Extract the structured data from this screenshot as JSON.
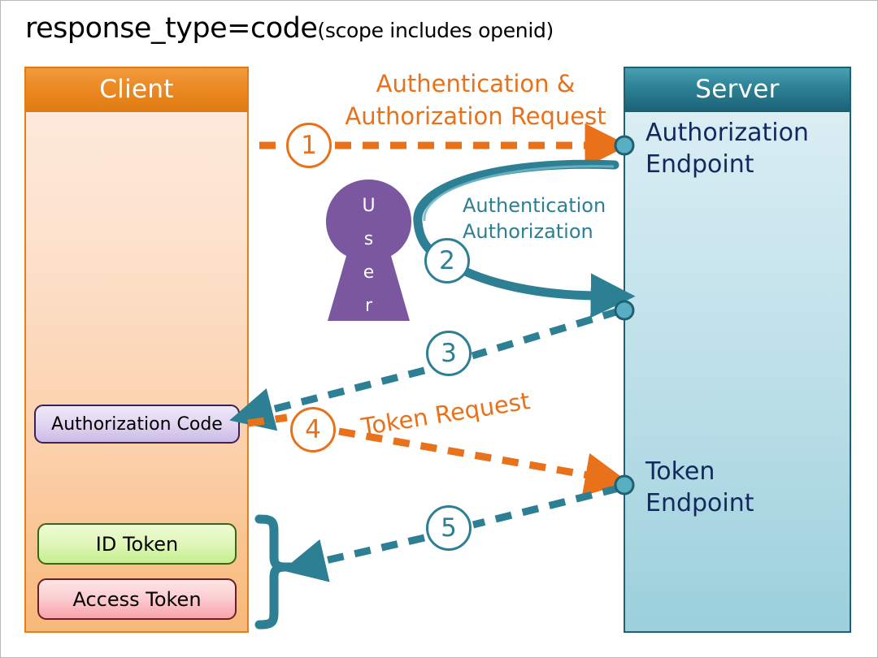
{
  "title": {
    "main": "response_type=code",
    "sub": "(scope includes openid)"
  },
  "colors": {
    "orange": "#E8711A",
    "orange_dark": "#E07C12",
    "teal": "#2D7F94",
    "teal_dark": "#1F6171",
    "navy": "#12295E",
    "purple": "#7A579E",
    "client_fill": "#FBCFA8",
    "server_fill": "#B6DCE6"
  },
  "client": {
    "header": "Client",
    "boxes": [
      {
        "id": "authorization-code",
        "label": "Authorization Code"
      },
      {
        "id": "id-token",
        "label": "ID Token"
      },
      {
        "id": "access-token",
        "label": "Access Token"
      }
    ]
  },
  "server": {
    "header": "Server",
    "endpoints": [
      {
        "id": "authorization-endpoint",
        "label": "Authorization\nEndpoint"
      },
      {
        "id": "token-endpoint",
        "label": "Token\nEndpoint"
      }
    ]
  },
  "actor": {
    "name": "User",
    "letters": [
      "U",
      "s",
      "e",
      "r"
    ]
  },
  "steps": [
    {
      "number": "1",
      "label": "Authentication &\nAuthorization Request",
      "color": "orange",
      "style": "dashed",
      "from": "client",
      "to": "authorization-endpoint"
    },
    {
      "number": "2",
      "label": "Authentication\nAuthorization",
      "color": "teal",
      "style": "solid-curve",
      "from": "authorization-endpoint",
      "to": "authorization-endpoint",
      "via": "user"
    },
    {
      "number": "3",
      "label": "",
      "color": "teal",
      "style": "dashed",
      "from": "authorization-endpoint",
      "to": "authorization-code"
    },
    {
      "number": "4",
      "label": "Token Request",
      "color": "orange",
      "style": "dashed",
      "from": "authorization-code",
      "to": "token-endpoint"
    },
    {
      "number": "5",
      "label": "",
      "color": "teal",
      "style": "dashed",
      "from": "token-endpoint",
      "to": "tokens-brace"
    }
  ]
}
